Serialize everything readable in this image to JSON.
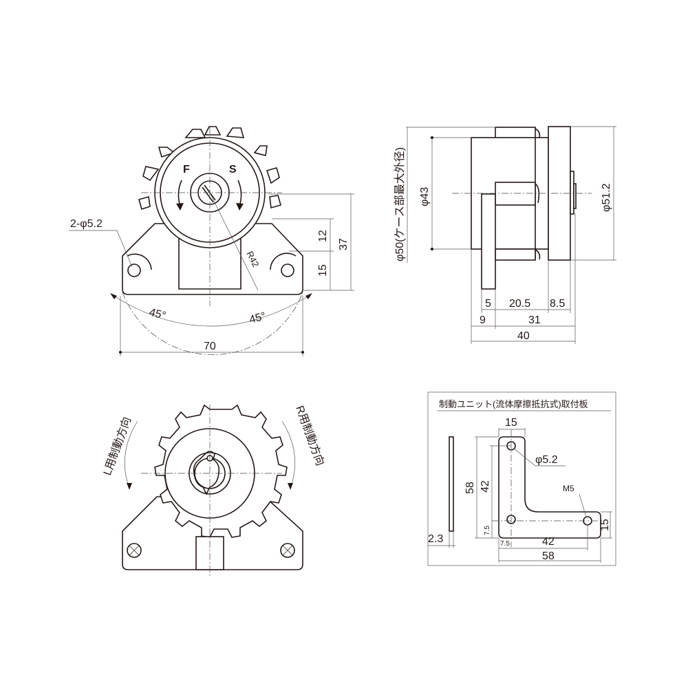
{
  "front_view": {
    "letter_f": "F",
    "letter_s": "S",
    "hole_label": "2-φ5.2",
    "radius_label": "R42",
    "angle_left": "45°",
    "angle_right": "45°",
    "width": "70",
    "dim_12": "12",
    "dim_15": "15",
    "dim_37": "37"
  },
  "side_view": {
    "case_label": "φ50(ケース部最大外径)",
    "dia_43": "φ43",
    "dia_51_2": "φ51.2",
    "dim_5": "5",
    "dim_20_5": "20.5",
    "dim_8_5": "8.5",
    "dim_9": "9",
    "dim_31": "31",
    "dim_40": "40"
  },
  "rear_view": {
    "left_direction": "L用制動方向",
    "right_direction": "R用制動方向"
  },
  "plate": {
    "title": "制動ユニット(流体摩擦抵抗式)取付板",
    "dim_15_top": "15",
    "hole": "φ5.2",
    "thread": "M5",
    "dim_58_v": "58",
    "dim_42_v": "42",
    "dim_7_5_v": "7.5",
    "dim_15_right": "15",
    "thickness": "2.3",
    "dim_7_5_h": "7.5",
    "dim_42_h": "42",
    "dim_58_h": "58"
  }
}
